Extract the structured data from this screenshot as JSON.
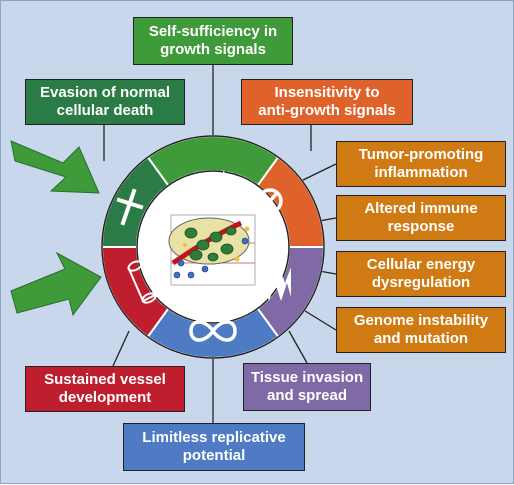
{
  "colors": {
    "background": "#c9d7ec",
    "green_light": "#3f9a3a",
    "green_dark": "#2a7b45",
    "orange_red": "#e0622b",
    "orange": "#d07a14",
    "purple": "#7f6aa6",
    "blue": "#4f7bc4",
    "red": "#be1e2d"
  },
  "hallmarks": {
    "self_sufficiency": {
      "line1": "Self-sufficiency in",
      "line2": "growth signals"
    },
    "insensitivity": {
      "line1": "Insensitivity to",
      "line2": "anti-growth signals"
    },
    "evasion": {
      "line1": "Evasion of normal",
      "line2": "cellular death"
    },
    "inflammation": {
      "line1": "Tumor-promoting",
      "line2": "inflammation"
    },
    "immune": {
      "line1": "Altered immune",
      "line2": "response"
    },
    "energy": {
      "line1": "Cellular energy",
      "line2": "dysregulation"
    },
    "genome": {
      "line1": "Genome instability",
      "line2": "and mutation"
    },
    "invasion": {
      "line1": "Tissue invasion",
      "line2": "and spread"
    },
    "vessel": {
      "line1": "Sustained vessel",
      "line2": "development"
    },
    "replicative": {
      "line1": "Limitless replicative",
      "line2": "potential"
    }
  },
  "icons": [
    "arrow-icon",
    "no-entry-icon",
    "zigzag-icon",
    "infinity-icon",
    "vessel-tube-icon",
    "cross-icon",
    "tumor-cells-image",
    "green-arrow-icon"
  ]
}
